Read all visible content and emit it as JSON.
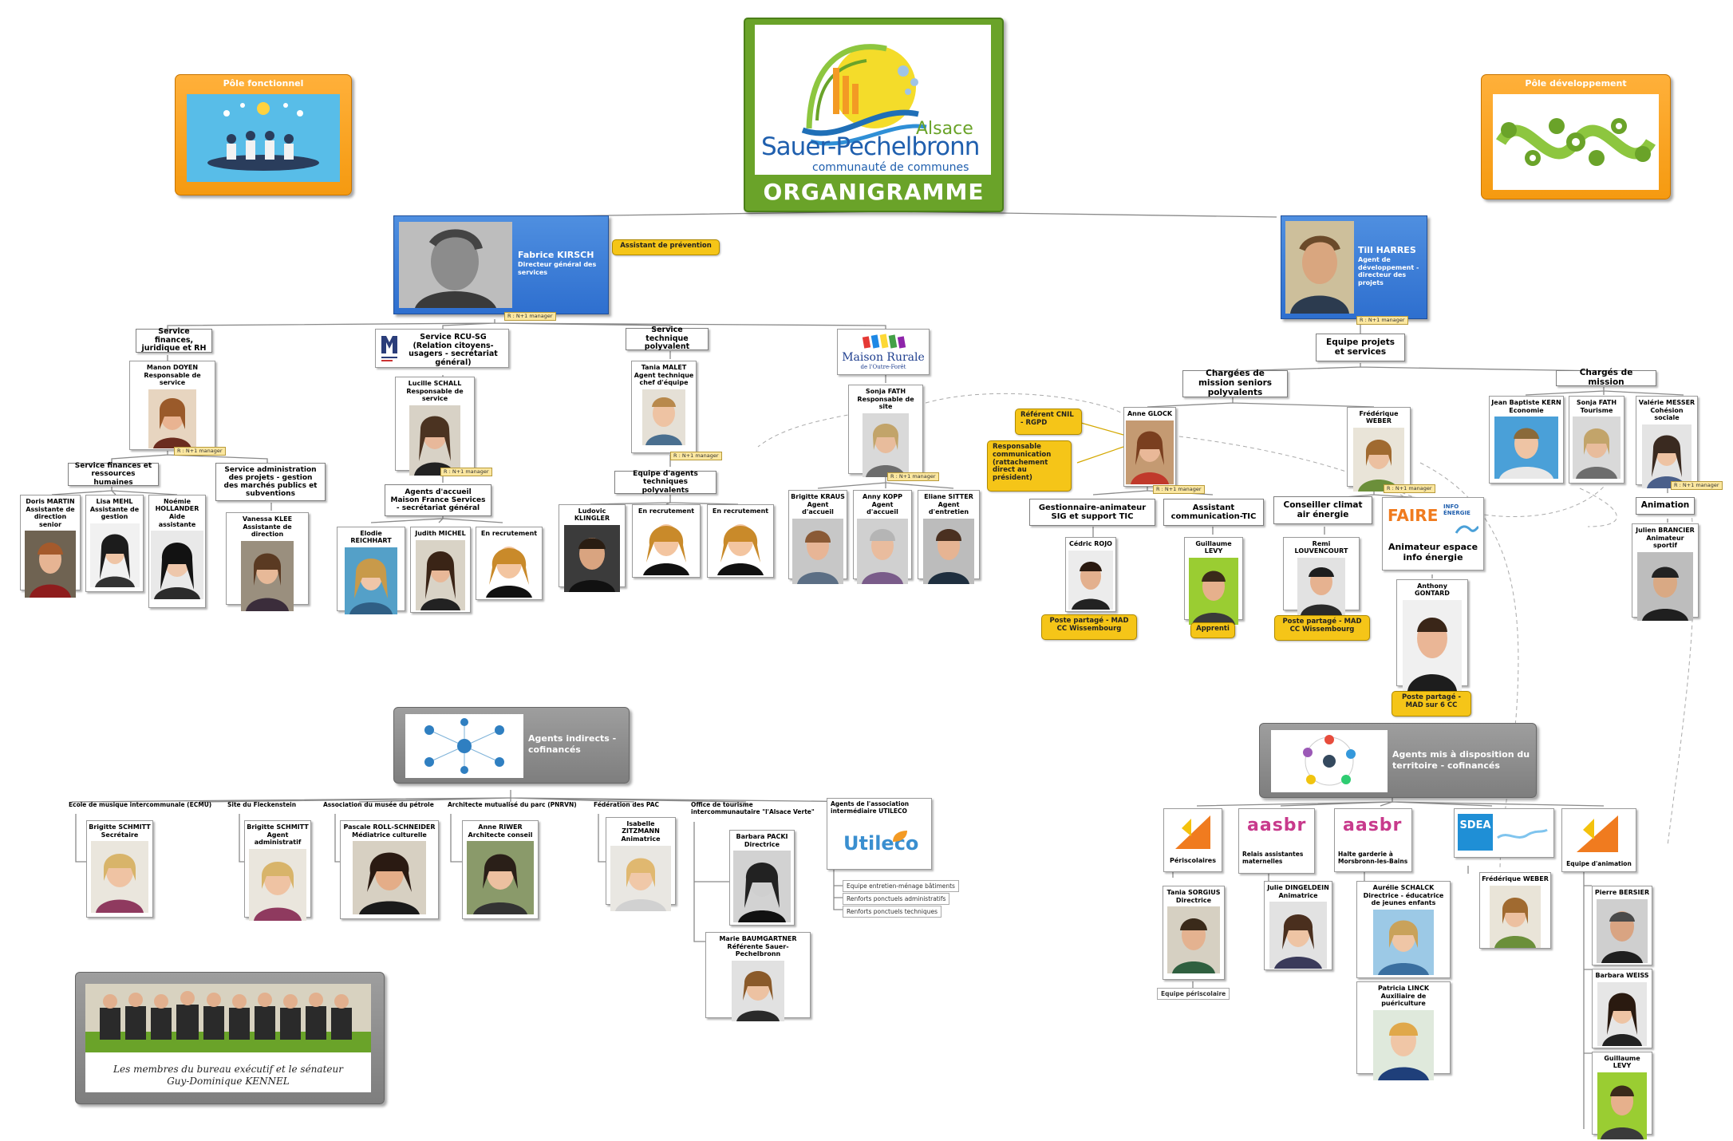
{
  "title": {
    "logo_region": "Alsace",
    "logo_name": "Sauer-Pechelbronn",
    "logo_sub": "communauté de communes",
    "heading": "ORGANIGRAMME"
  },
  "poles": {
    "left": "Pôle fonctionnel",
    "right": "Pôle développement"
  },
  "directors": {
    "left": {
      "name": "Fabrice KIRSCH",
      "role": "Directeur général des services"
    },
    "right": {
      "name": "Till HARRES",
      "role": "Agent de développement - directeur des projets"
    }
  },
  "tags": {
    "manager": "R : N+1 manager"
  },
  "yellow": {
    "assistant": "Assistant de prévention",
    "referent": "Référent CNIL - RGPD",
    "responsable": "Responsable communication (rattachement direct au président)",
    "poste1": "Poste partagé - MAD CC Wissembourg",
    "apprenti": "Apprenti",
    "poste2": "Poste partagé - MAD CC Wissembourg",
    "poste3": "Poste partagé - MAD sur 6 CC"
  },
  "left_services": {
    "finances": "Service finances, juridique et RH",
    "rcu": "Service RCU-SG (Relation citoyens-usagers - secrétariat général)",
    "technique": "Service technique polyvalent",
    "maison_logo": "Maison Rurale",
    "maison_logo_sub": "de l'Outre-Forêt"
  },
  "left_people": {
    "doyen": {
      "name": "Manon DOYEN",
      "role": "Responsable de service"
    },
    "schall": {
      "name": "Lucille SCHALL",
      "role": "Responsable de service"
    },
    "malet": {
      "name": "Tania MALET",
      "role": "Agent technique chef d'équipe"
    },
    "fath": {
      "name": "Sonja FATH",
      "role": "Responsable de site"
    }
  },
  "subgroups": {
    "finances_rh": "Service finances et ressources humaines",
    "admin_projets": "Service administration des projets - gestion des marchés publics et subventions",
    "agents_accueil": "Agents d'accueil Maison France Services - secrétariat général",
    "equipe_agents": "Equipe d'agents techniques polyvalents"
  },
  "bottom_left_people": [
    {
      "name": "Doris MARTIN",
      "role": "Assistante de direction senior"
    },
    {
      "name": "Lisa MEHL",
      "role": "Assistante de gestion"
    },
    {
      "name": "Noémie HOLLANDER",
      "role": "Aide assistante"
    },
    {
      "name": "Vanessa KLEE",
      "role": "Assistante de direction"
    },
    {
      "name": "Elodie REICHHART",
      "role": ""
    },
    {
      "name": "Judith MICHEL",
      "role": ""
    },
    {
      "name": "En recrutement",
      "role": ""
    },
    {
      "name": "Ludovic KLINGLER",
      "role": ""
    },
    {
      "name": "En recrutement",
      "role": ""
    },
    {
      "name": "En recrutement",
      "role": ""
    },
    {
      "name": "Brigitte KRAUS",
      "role": "Agent d'accueil"
    },
    {
      "name": "Anny KOPP",
      "role": "Agent d'accueil"
    },
    {
      "name": "Eliane SITTER",
      "role": "Agent d'entretien"
    }
  ],
  "right_groups": {
    "equipe": "Equipe projets et services",
    "seniors": "Chargées de mission seniors polyvalents",
    "charges": "Chargés de mission",
    "gestionnaire": "Gestionnaire-animateur SIG et support TIC",
    "assistant_com": "Assistant communication-TIC",
    "conseiller": "Conseiller climat air énergie",
    "animateur": "Animateur espace info énergie",
    "animation": "Animation",
    "faire_logo": "FAIRE",
    "faire_info": "INFO ÉNERGIE"
  },
  "right_people": {
    "glock": {
      "name": "Anne GLOCK",
      "role": ""
    },
    "weber": {
      "name": "Frédérique WEBER",
      "role": ""
    },
    "kern": {
      "name": "Jean Baptiste KERN",
      "role": "Economie"
    },
    "sfath": {
      "name": "Sonja FATH",
      "role": "Tourisme"
    },
    "messer": {
      "name": "Valérie MESSER",
      "role": "Cohésion sociale"
    },
    "rojo": {
      "name": "Cédric ROJO",
      "role": ""
    },
    "levy": {
      "name": "Guillaume LEVY",
      "role": ""
    },
    "louvencourt": {
      "name": "Remi LOUVENCOURT",
      "role": ""
    },
    "gontard": {
      "name": "Anthony GONTARD",
      "role": ""
    },
    "brancier": {
      "name": "Julien BRANCIER",
      "role": "Animateur sportif"
    }
  },
  "indirect": {
    "title": "Agents indirects - cofinancés",
    "orgs": [
      "Ecole de musique intercommunale (ECMU)",
      "Site du Fleckenstein",
      "Association du musée du pétrole",
      "Architecte mutualisé du parc (PNRVN)",
      "Fédération des PAC",
      "Office de tourisme intercommunautaire \"l'Alsace Verte\"",
      "Agents de l'association intermédiaire UTILECO"
    ],
    "people": [
      {
        "name": "Brigitte SCHMITT",
        "role": "Secrétaire"
      },
      {
        "name": "Brigitte SCHMITT",
        "role": "Agent administratif"
      },
      {
        "name": "Pascale ROLL-SCHNEIDER",
        "role": "Médiatrice culturelle"
      },
      {
        "name": "Anne RIWER",
        "role": "Architecte conseil"
      },
      {
        "name": "Isabelle ZITZMANN",
        "role": "Animatrice"
      },
      {
        "name": "Barbara PACKI",
        "role": "Directrice"
      },
      {
        "name": "Marie BAUMGARTNER",
        "role": "Référente Sauer-Pechelbronn"
      }
    ],
    "utileco_logo": "Utileco",
    "utileco_items": [
      "Equipe entretien-ménage bâtiments",
      "Renforts ponctuels administratifs",
      "Renforts ponctuels techniques"
    ]
  },
  "mis_dispo": {
    "title": "Agents mis à disposition du territoire - cofinancés",
    "orgs": [
      "Périscolaires",
      "Relais assistantes maternelles",
      "Halte garderie à Morsbronn-les-Bains",
      "SDEA",
      "Equipe d'animation"
    ],
    "aasbr": "aasbr",
    "people": [
      {
        "name": "Tania SORGIUS",
        "role": "Directrice"
      },
      {
        "name": "Julie DINGELDEIN",
        "role": "Animatrice"
      },
      {
        "name": "Aurélie SCHALCK",
        "role": "Directrice - éducatrice de jeunes enfants"
      },
      {
        "name": "Patricia LINCK",
        "role": "Auxiliaire de puériculture"
      },
      {
        "name": "Frédérique WEBER",
        "role": ""
      },
      {
        "name": "Pierre BERSIER",
        "role": ""
      },
      {
        "name": "Barbara WEISS",
        "role": ""
      },
      {
        "name": "Guillaume LEVY",
        "role": ""
      }
    ],
    "peri_footer": "Equipe périscolaire"
  },
  "bureau": {
    "caption": "Les membres du bureau exécutif et le sénateur Guy-Dominique KENNEL"
  },
  "colors": {
    "accent_green": "#6aa329",
    "blue": "#2e6fcf",
    "orange": "#f59a10",
    "yellow": "#f5c518"
  }
}
